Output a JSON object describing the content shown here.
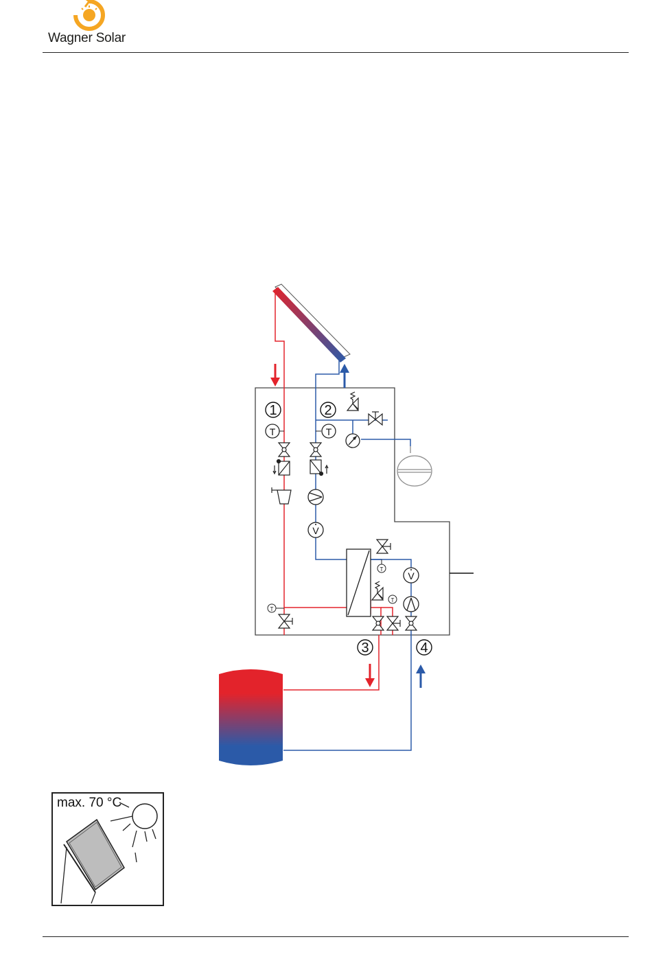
{
  "header": {
    "brand_name": "Wagner Solar",
    "brand_color": "#f5a623"
  },
  "diagram": {
    "circuit_labels": [
      "1",
      "2",
      "3",
      "4"
    ],
    "sensor_symbol": "T",
    "flow_meter_symbol": "V",
    "colors": {
      "hot": "#e3232b",
      "cold": "#2b5aa8",
      "line": "#333333",
      "expansion_vessel": "#8c8c8c"
    }
  },
  "warning": {
    "text": "max. 70 °C"
  }
}
